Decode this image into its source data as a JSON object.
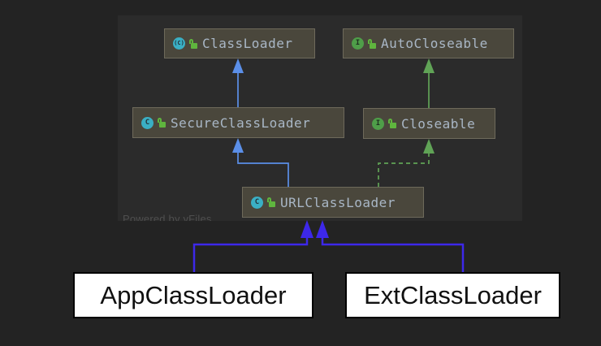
{
  "colors": {
    "bg": "#232323",
    "panel": "#2b2b2b",
    "node_fill": "#4a473c",
    "node_border": "#6e6a5b",
    "node_text": "#a9b7c6",
    "class_icon": "#3aafc4",
    "interface_icon": "#4f9e49",
    "lock": "#5fb53e",
    "edge_blue": "#5b8fe8",
    "edge_green": "#60a356",
    "edge_indigo": "#3d28ea"
  },
  "watermark": "Powered by yFiles",
  "diagram": {
    "nodes": [
      {
        "id": "classloader",
        "label": "ClassLoader",
        "kind": "abstract-class",
        "icon_glyph": "(C)",
        "visibility": "public"
      },
      {
        "id": "autocloseable",
        "label": "AutoCloseable",
        "kind": "interface",
        "icon_glyph": "I",
        "visibility": "public"
      },
      {
        "id": "secureclassloader",
        "label": "SecureClassLoader",
        "kind": "class",
        "icon_glyph": "C",
        "visibility": "public"
      },
      {
        "id": "closeable",
        "label": "Closeable",
        "kind": "interface",
        "icon_glyph": "I",
        "visibility": "public"
      },
      {
        "id": "urlclassloader",
        "label": "URLClassLoader",
        "kind": "class",
        "icon_glyph": "C",
        "visibility": "public"
      }
    ],
    "edges": [
      {
        "from": "SecureClassLoader",
        "to": "ClassLoader",
        "type": "extends",
        "style": "solid",
        "color": "blue"
      },
      {
        "from": "Closeable",
        "to": "AutoCloseable",
        "type": "extends",
        "style": "solid",
        "color": "green"
      },
      {
        "from": "URLClassLoader",
        "to": "SecureClassLoader",
        "type": "extends",
        "style": "solid",
        "color": "blue"
      },
      {
        "from": "URLClassLoader",
        "to": "Closeable",
        "type": "implements",
        "style": "dashed",
        "color": "green"
      },
      {
        "from": "AppClassLoader",
        "to": "URLClassLoader",
        "type": "extends",
        "style": "solid",
        "color": "indigo"
      },
      {
        "from": "ExtClassLoader",
        "to": "URLClassLoader",
        "type": "extends",
        "style": "solid",
        "color": "indigo"
      }
    ]
  },
  "external_nodes": [
    {
      "label": "AppClassLoader"
    },
    {
      "label": "ExtClassLoader"
    }
  ]
}
